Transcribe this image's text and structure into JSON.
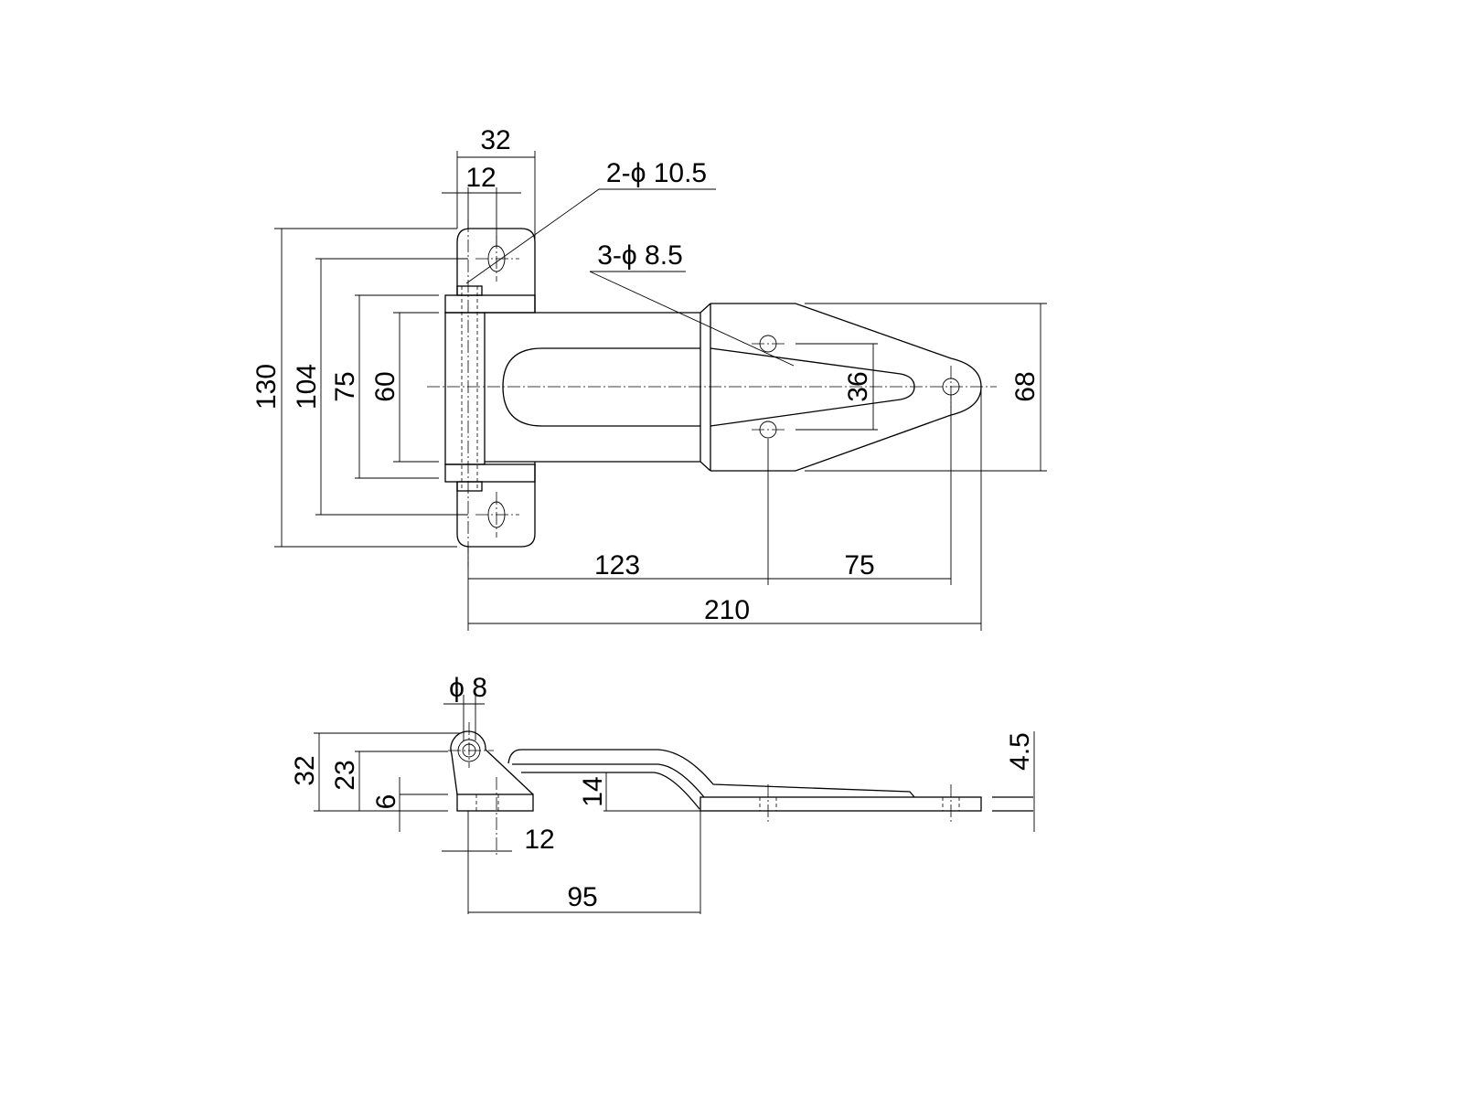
{
  "drawing": {
    "top_view": {
      "dims": {
        "leaf_width": "32",
        "pin_offset": "12",
        "leaf_holes": "2-ϕ 10.5",
        "flap_holes": "3-ϕ 8.5",
        "overall_height": "130",
        "leaf_hole_pitch": "104",
        "knuckle_length": "75",
        "body_width": "60",
        "flap_hole_pitch_v": "36",
        "flap_width": "68",
        "pin_to_holes": "123",
        "hole_spacing": "75",
        "overall_length": "210"
      }
    },
    "side_view": {
      "dims": {
        "pin_dia": "ϕ 8",
        "height": "32",
        "pin_height": "23",
        "base_thickness": "6",
        "offset": "14",
        "plate_thickness": "4.5",
        "pin_to_edge": "12",
        "pin_to_bend": "95"
      }
    }
  }
}
